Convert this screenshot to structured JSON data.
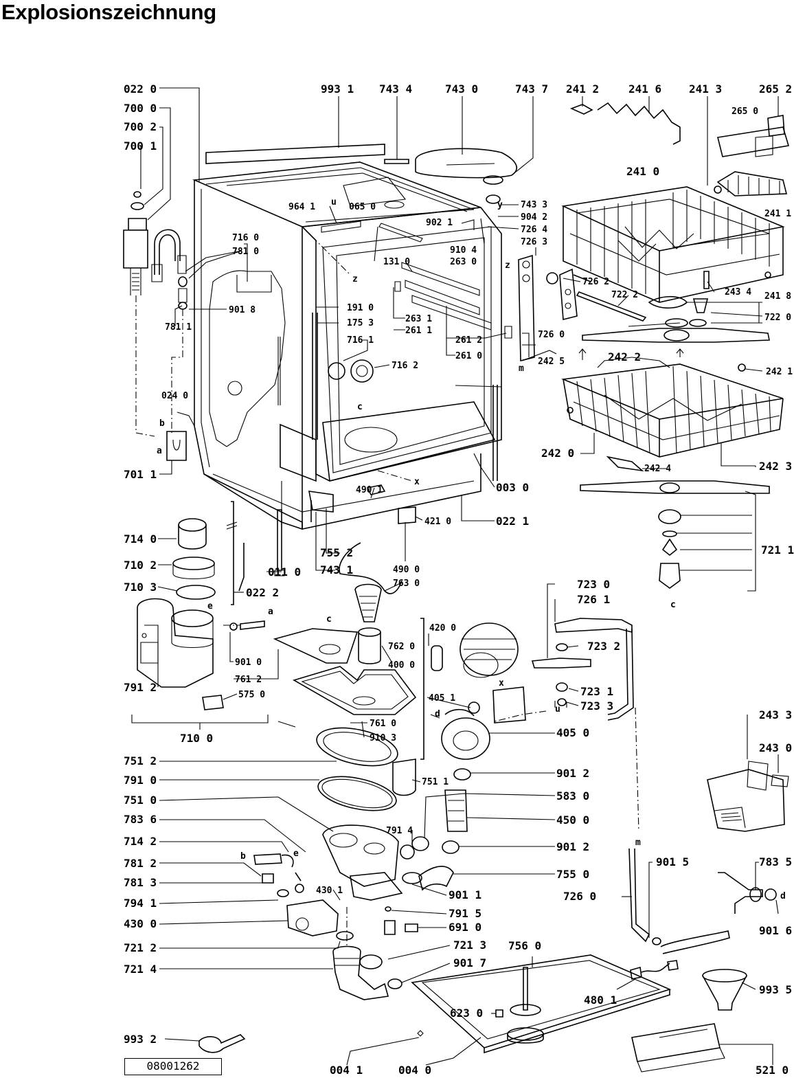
{
  "title": "Explosionszeichnung",
  "drawing_code": "08001262",
  "markers": [
    "a",
    "b",
    "c",
    "d",
    "e",
    "m",
    "u",
    "x",
    "z",
    "y"
  ],
  "parts": [
    "022 0",
    "993 1",
    "743 4",
    "743 0",
    "743 7",
    "241 2",
    "241 6",
    "241 3",
    "265 2",
    "700 0",
    "700 2",
    "700 1",
    "265 0",
    "241 0",
    "743 3",
    "964 1",
    "065 0",
    "902 1",
    "904 2",
    "726 4",
    "726 3",
    "241 1",
    "716 0",
    "781 0",
    "910 4",
    "263 0",
    "131 0",
    "726 2",
    "243 4",
    "901 8",
    "722 2",
    "241 8",
    "722 0",
    "191 0",
    "175 3",
    "263 1",
    "261 1",
    "716 1",
    "261 2",
    "261 0",
    "726 0",
    "242 5",
    "781 1",
    "242 2",
    "242 1",
    "716 2",
    "024 0",
    "701 1",
    "242 0",
    "242 3",
    "242 4",
    "003 0",
    "490 1",
    "421 0",
    "022 1",
    "714 0",
    "755 2",
    "743 1",
    "721 1",
    "710 2",
    "011 0",
    "490 0",
    "763 0",
    "710 3",
    "022 2",
    "723 0",
    "726 1",
    "723 2",
    "901 0",
    "761 2",
    "762 0",
    "420 0",
    "400 0",
    "791 2",
    "575 0",
    "723 1",
    "723 3",
    "405 1",
    "761 0",
    "910 3",
    "405 0",
    "710 0",
    "243 3",
    "243 0",
    "751 2",
    "751 1",
    "901 2",
    "791 0",
    "583 0",
    "751 0",
    "450 0",
    "783 6",
    "791 4",
    "714 2",
    "901 2",
    "901 5",
    "783 5",
    "781 2",
    "755 0",
    "781 3",
    "430 1",
    "901 1",
    "726 0",
    "794 1",
    "791 5",
    "901 6",
    "430 0",
    "691 0",
    "721 2",
    "721 3",
    "756 0",
    "721 4",
    "901 7",
    "480 1",
    "993 5",
    "623 0",
    "993 2",
    "004 1",
    "004 0",
    "521 0"
  ]
}
